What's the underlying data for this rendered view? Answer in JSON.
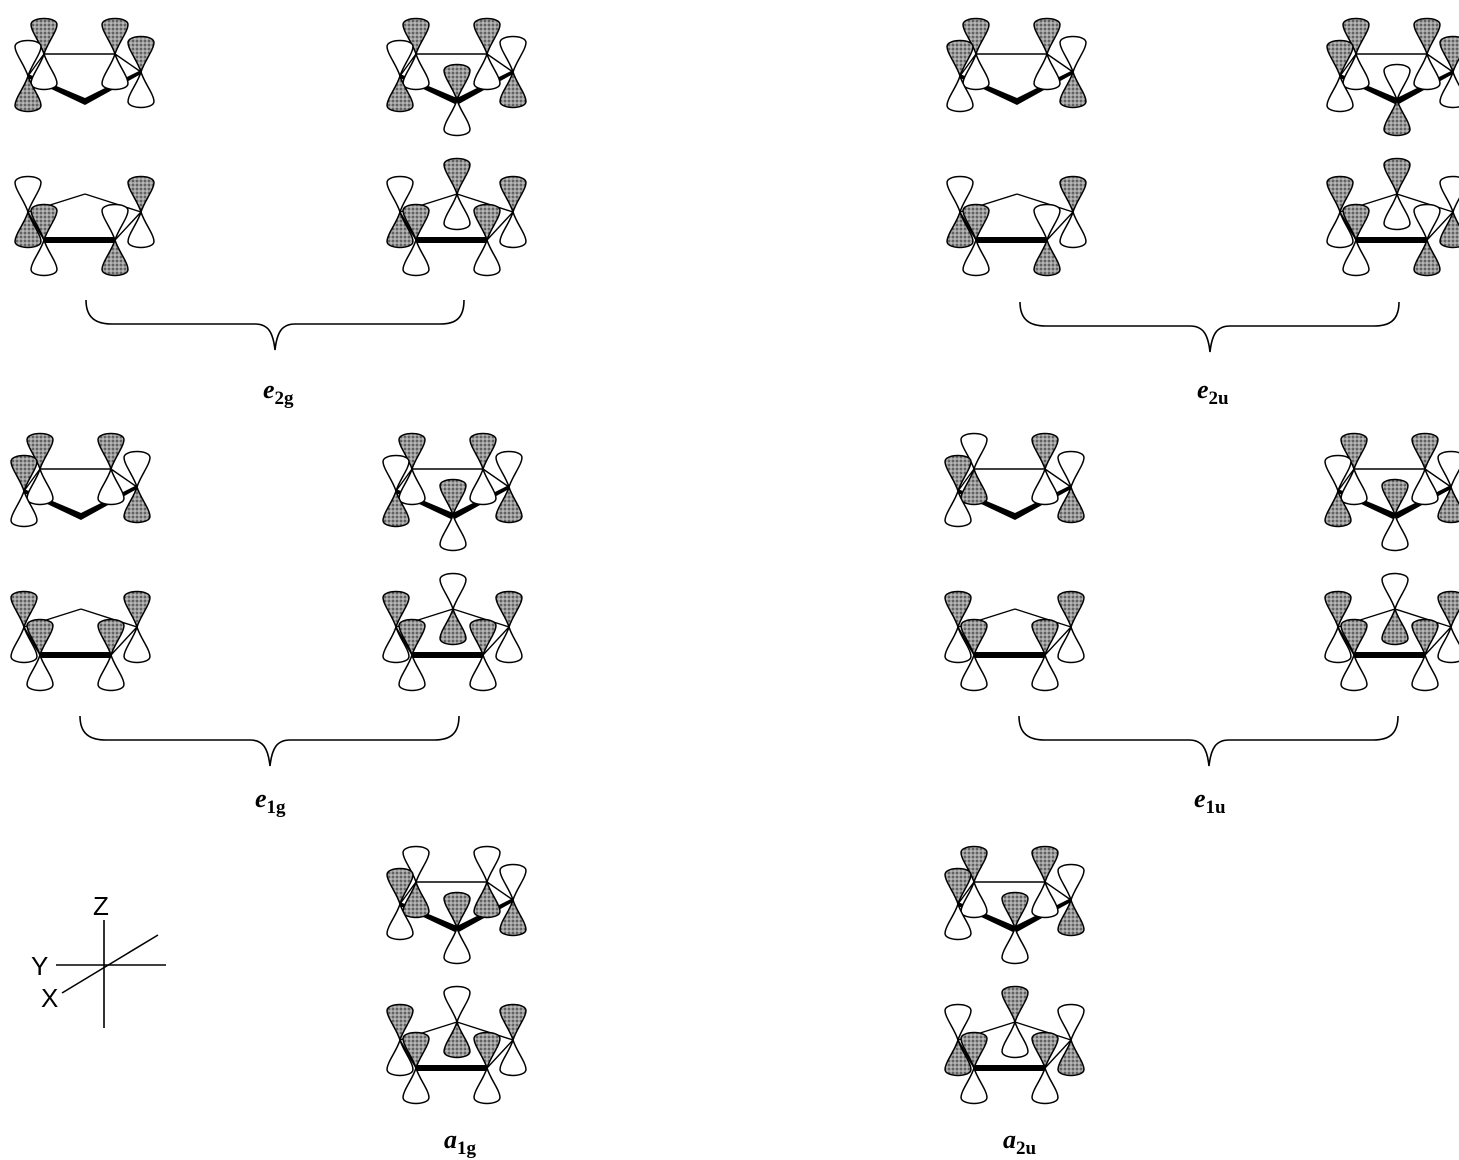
{
  "groups": [
    {
      "key": "e2g",
      "label_main": "e",
      "label_sub": "2g"
    },
    {
      "key": "e2u",
      "label_main": "e",
      "label_sub": "2u"
    },
    {
      "key": "e1g",
      "label_main": "e",
      "label_sub": "1g"
    },
    {
      "key": "e1u",
      "label_main": "e",
      "label_sub": "1u"
    },
    {
      "key": "a1g",
      "label_main": "a",
      "label_sub": "1g"
    },
    {
      "key": "a2u",
      "label_main": "a",
      "label_sub": "2u"
    }
  ],
  "axes": {
    "z": "Z",
    "y": "Y",
    "x": "X"
  }
}
